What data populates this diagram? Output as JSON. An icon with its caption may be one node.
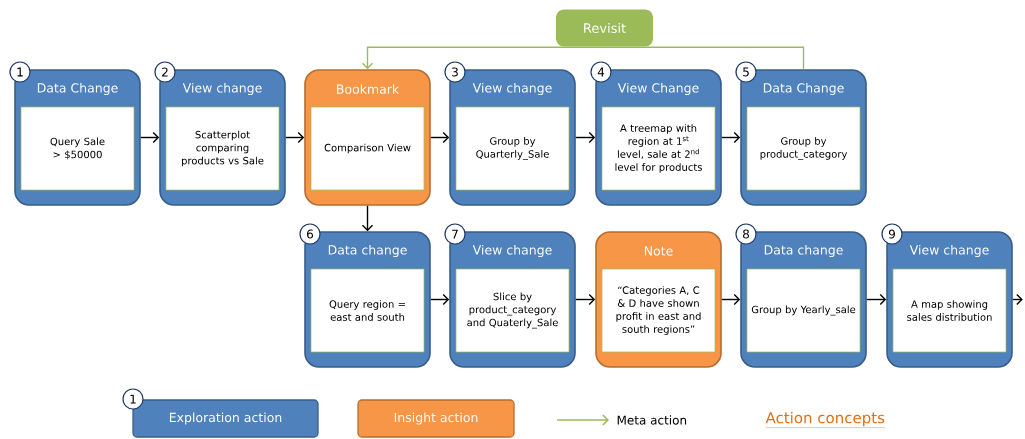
{
  "diagram": {
    "nodes": [
      {
        "text": [
          "1",
          "Data Change",
          "Query Sale > $50000"
        ]
      },
      {
        "text": [
          "2",
          "View change",
          "Scatterplot comparing products vs Sale"
        ]
      },
      {
        "text": [
          "Bookmark",
          "Comparison View"
        ]
      },
      {
        "text": [
          "3",
          "View change",
          "Group by Quarterly_Sale"
        ]
      },
      {
        "text": [
          "4",
          "View Change",
          "A treemap with region at 1$^{st}$ level, sale at 2$^{nd}$ level for products"
        ]
      },
      {
        "text": [
          "5",
          "Data Change",
          "Group by product_category"
        ]
      },
      {
        "text": [
          "6",
          "Data change",
          "Query region = east and south"
        ]
      },
      {
        "text": [
          "7",
          "View change",
          "Slice by product_category and Quaterly_Sale"
        ]
      },
      {
        "text": [
          "Note",
          "“Categories A, C & D have shown profit in east and south regions”"
        ]
      },
      {
        "text": [
          "8",
          "Data change",
          "Group by Yearly_sale"
        ]
      },
      {
        "text": [
          "9",
          "View change",
          "A map showing sales distribution"
        ]
      }
    ],
    "edges": [
      {
        "from": 0,
        "to": 1,
        "arrow": "to"
      },
      {
        "from": 1,
        "to": 2,
        "arrow": "to"
      },
      {
        "from": 2,
        "to": 3,
        "arrow": "to"
      },
      {
        "from": 3,
        "to": 4,
        "arrow": "to"
      },
      {
        "from": 4,
        "to": 5,
        "arrow": "to"
      },
      {
        "from": 5,
        "to": 2,
        "arrow": "to",
        "label": "Revisit",
        "color": "#9bbb59"
      },
      {
        "from": 2,
        "to": 6,
        "arrow": "to"
      },
      {
        "from": 6,
        "to": 7,
        "arrow": "to"
      },
      {
        "from": 7,
        "to": 8,
        "arrow": "to"
      },
      {
        "from": 8,
        "to": 9,
        "arrow": "to"
      },
      {
        "from": 9,
        "to": 10,
        "arrow": "to"
      },
      {
        "from": 10,
        "to": null,
        "arrow": "to"
      }
    ],
    "labels": [
      "1"
    ],
    "legend": [
      {
        "text": "Exploration action",
        "color": "#4f81bd"
      },
      {
        "text": "Insight action",
        "color": "#f79646"
      },
      {
        "text": "Meta action"
      },
      {
        "text": "Action concepts"
      }
    ]
  }
}
